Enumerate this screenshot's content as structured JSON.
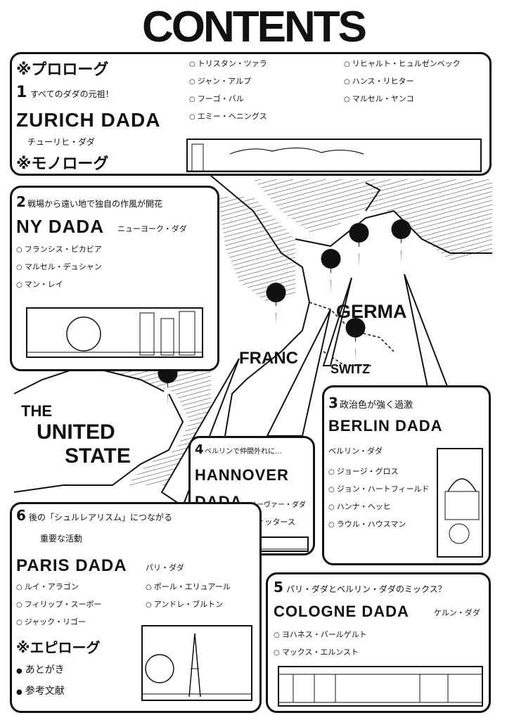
{
  "title": "CONTENTS",
  "prologue": {
    "label": "※プロローグ",
    "section_num": "1",
    "caption": "すべてのダダの元祖！",
    "heading": "ZURICH DADA",
    "sub": "チューリヒ・ダダ",
    "monologue": "※モノローグ",
    "members_col1": [
      "トリスタン・ツァラ",
      "ジャン・アルプ",
      "フーゴ・バル",
      "エミー・ヘニングス"
    ],
    "members_col2": [
      "リヒャルト・ヒュルゼンベック",
      "ハンス・リヒター",
      "マルセル・ヤンコ"
    ]
  },
  "ny": {
    "section_num": "2",
    "caption": "戦場から遠い地で独自の作風が開花",
    "heading": "NY DADA",
    "sub": "ニューヨーク・ダダ",
    "members": [
      "フランシス・ピカビア",
      "マルセル・デュシャン",
      "マン・レイ"
    ]
  },
  "map": {
    "germany": "GERMA",
    "france": "FRANC",
    "switz": "SWITZ",
    "us_line1": "THE",
    "us_line2": "UNITED",
    "us_line3": "STATE"
  },
  "berlin": {
    "section_num": "3",
    "caption": "政治色が強く過激",
    "heading": "BERLIN DADA",
    "sub": "ベルリン・ダダ",
    "members": [
      "ジョージ・グロス",
      "ジョン・ハートフィールド",
      "ハンナ・ヘッヒ",
      "ラウル・ハウスマン"
    ]
  },
  "hannover": {
    "section_num": "4",
    "caption": "ベルリンで仲間外れに…",
    "heading_line1": "HANNOVER",
    "heading_line2": "DADA",
    "sub": "ハノーヴァー・ダダ",
    "members": [
      "クルト・シュヴィッタース"
    ]
  },
  "cologne": {
    "section_num": "5",
    "caption": "パリ・ダダとベルリン・ダダのミックス？",
    "heading": "COLOGNE DADA",
    "sub": "ケルン・ダダ",
    "members": [
      "ヨハネス・バールゲルト",
      "マックス・エルンスト"
    ]
  },
  "paris": {
    "section_num": "6",
    "caption_line1": "後の「シュルレアリスム」につながる",
    "caption_line2": "重要な活動",
    "heading": "PARIS DADA",
    "sub": "パリ・ダダ",
    "members_col1": [
      "ルイ・アラゴン",
      "フィリップ・スーポー",
      "ジャック・リゴー"
    ],
    "members_col2": [
      "ポール・エリュアール",
      "アンドレ・ブルトン"
    ],
    "epilogue": "※エピローグ",
    "extras": [
      "あとがき",
      "参考文献"
    ]
  }
}
